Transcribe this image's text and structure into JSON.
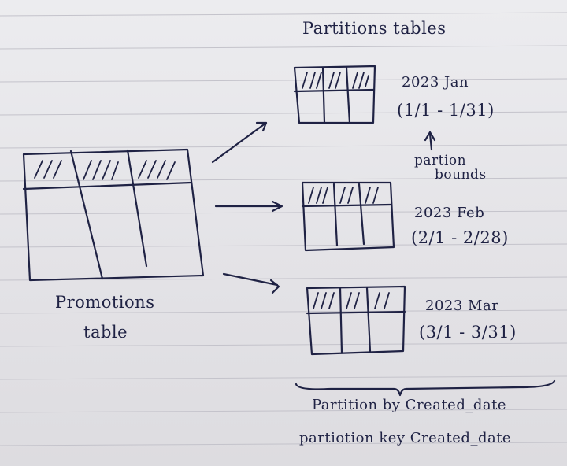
{
  "title": "Partitions tables",
  "source_table": {
    "line1": "Promotions",
    "line2": "table"
  },
  "partitions": [
    {
      "name": "2023 Jan",
      "bounds": "(1/1 - 1/31)"
    },
    {
      "name": "2023 Feb",
      "bounds": "(2/1 - 2/28)"
    },
    {
      "name": "2023 Mar",
      "bounds": "(3/1 - 3/31)"
    }
  ],
  "bounds_annotation": {
    "line1": "partion",
    "line2": "bounds"
  },
  "footer": {
    "line1": "Partition by Created_date",
    "line2": "partiotion key Created_date"
  },
  "colors": {
    "ink": "#1f2244",
    "paper": "#e6e5e8",
    "ruled_line": "#c4c3cb"
  }
}
